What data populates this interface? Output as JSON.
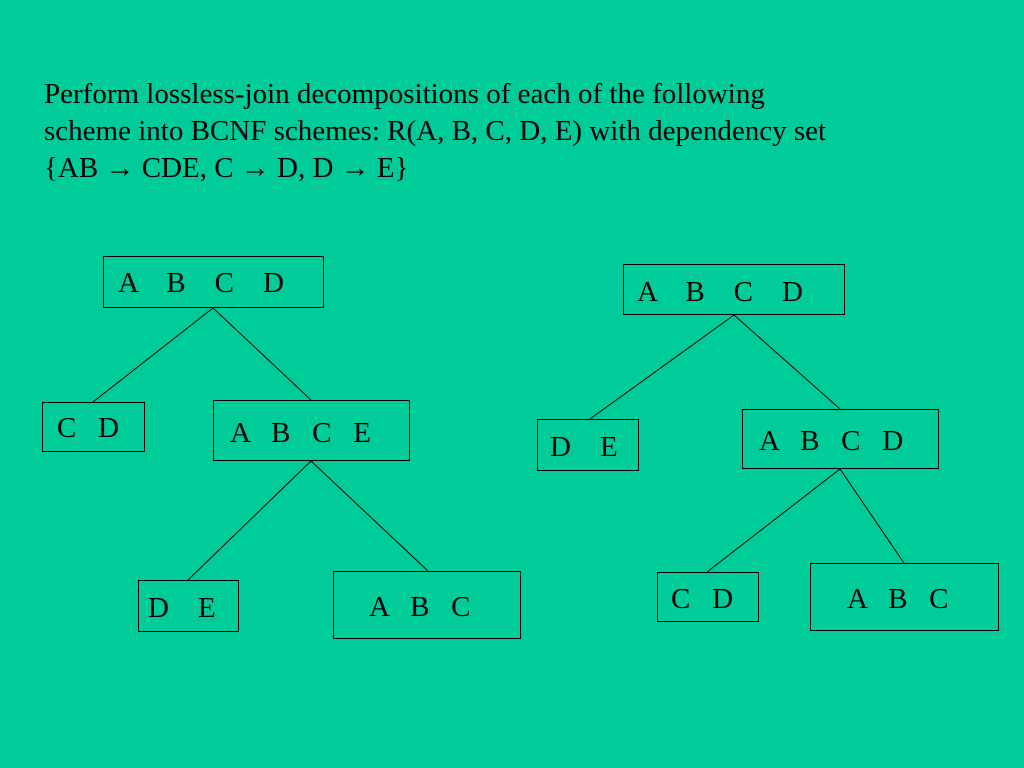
{
  "prompt": {
    "line1": "Perform lossless-join decompositions of each of the following",
    "line2": "scheme into BCNF schemes: R(A, B, C, D, E) with dependency set",
    "line3": "{AB → CDE, C → D, D → E}"
  },
  "left_tree": {
    "root": "A    B    C    D",
    "left_child": "C   D",
    "right_child": "A   B   C   E",
    "right_left_child": "D    E",
    "right_right_child": "A   B   C"
  },
  "right_tree": {
    "root": "A    B    C    D",
    "left_child": "D    E",
    "right_child": "A   B   C   D",
    "right_left_child": "C   D",
    "right_right_child": "A   B   C"
  },
  "colors": {
    "background": "#00cc99",
    "ink": "#000000"
  }
}
